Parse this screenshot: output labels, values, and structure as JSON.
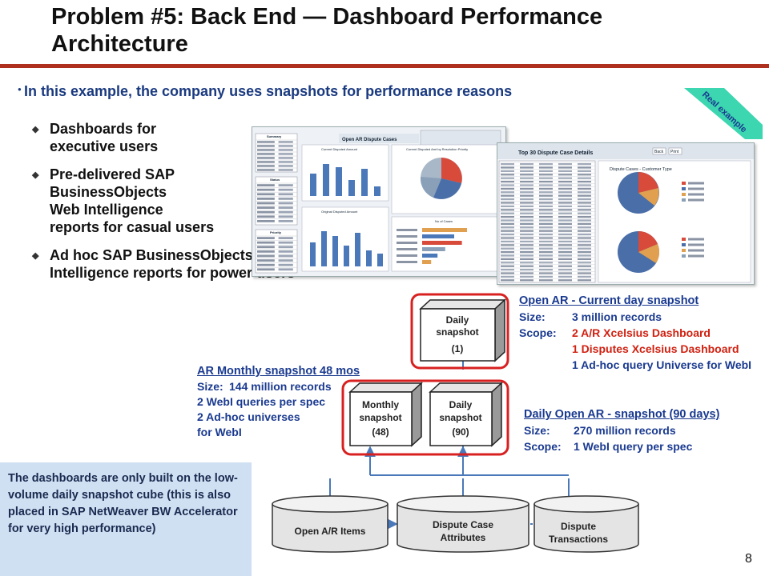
{
  "title": "Problem #5: Back End — Dashboard Performance Architecture",
  "lead": "In this example, the company uses snapshots for performance reasons",
  "bullets": [
    {
      "lines": [
        "Dashboards for",
        "executive users"
      ]
    },
    {
      "lines": [
        "Pre-delivered SAP",
        "BusinessObjects",
        "Web Intelligence",
        "reports for casual users"
      ]
    },
    {
      "lines": [
        "Ad hoc SAP BusinessObjects Web",
        "Intelligence reports for power users"
      ]
    }
  ],
  "tag": "Real example",
  "callout": "The dashboards are only built on the low-volume daily snapshot cube (this is also placed in SAP NetWeaver BW Accelerator for very high performance)",
  "page_number": "8",
  "screenshot1": {
    "title": "Open AR Dispute Cases",
    "summary_label": "Summary",
    "status_label": "Status",
    "priority_label": "Priority",
    "chart1_title": "Current Disputed Amount",
    "chart2_title": "Current Disputed Amt by Resolution Priority",
    "chart3_title": "Original Disputed Amount",
    "chart4_title": "No of Cases"
  },
  "screenshot2": {
    "title": "Top 30 Dispute Case Details",
    "back_label": "Back",
    "print_label": "Print",
    "pie_title": "Dispute Cases - Customer Type"
  },
  "open_ar": {
    "heading": "Open AR  - Current day snapshot",
    "size_label": "Size:",
    "size_value": "3 million records",
    "scope_label": "Scope:",
    "scope_items": [
      "2 A/R Xcelsius Dashboard",
      "1 Disputes Xcelsius Dashboard",
      "1 Ad-hoc query Universe for WebI"
    ]
  },
  "ar_monthly": {
    "heading": "AR Monthly  snapshot  48 mos",
    "size_label": "Size:",
    "size_value": "144 million records",
    "items": [
      "2 WebI queries per spec",
      "2 Ad-hoc universes",
      "for WebI"
    ]
  },
  "daily_open_ar": {
    "heading": "Daily  Open AR - snapshot  (90 days)",
    "size_label": "Size:",
    "size_value": "270 million records",
    "scope_label": "Scope:",
    "scope_value": "1 WebI query per spec"
  },
  "cubes": [
    {
      "lines": [
        "Daily",
        "snapshot",
        "(1)"
      ]
    },
    {
      "lines": [
        "Monthly",
        "snapshot",
        "(48)"
      ]
    },
    {
      "lines": [
        "Daily",
        "snapshot",
        "(90)"
      ]
    }
  ],
  "databases": [
    {
      "lines": [
        "Open A/R Items"
      ]
    },
    {
      "lines": [
        "Dispute Case",
        "Attributes"
      ]
    },
    {
      "lines": [
        "Dispute",
        "Transactions"
      ]
    }
  ],
  "colors": {
    "title_rule": "#b03020",
    "accent_blue": "#1a3a90",
    "highlight_red": "#d02010",
    "tag_green": "#3cd6b0",
    "callout_bg": "#cfe0f2"
  }
}
